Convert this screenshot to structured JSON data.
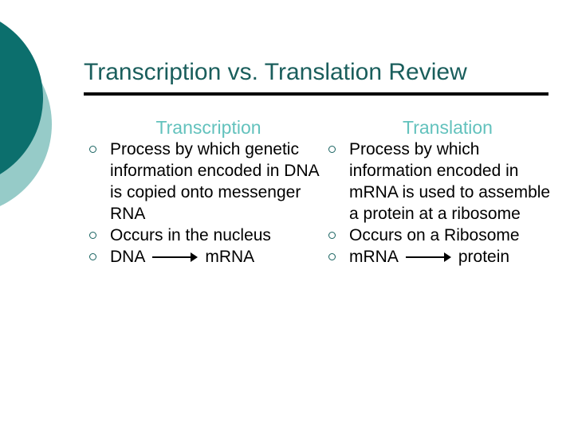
{
  "slide": {
    "title": "Transcription vs. Translation Review",
    "colors": {
      "title_text": "#1a5e5c",
      "column_header_text": "#63c2bd",
      "body_text": "#000000",
      "bullet_marker": "#16615f",
      "deco_circle_dark": "#0c6f6d",
      "deco_circle_light": "#96cbc8",
      "rule": "#000000",
      "background": "#ffffff"
    },
    "decorations": [
      {
        "name": "dark-teal-circle",
        "color": "#0c6f6d"
      },
      {
        "name": "light-teal-circle",
        "color": "#96cbc8"
      }
    ],
    "columns": [
      {
        "header": "Transcription",
        "bullets": [
          {
            "type": "text",
            "text": "Process by which genetic information encoded in DNA is copied onto messenger RNA"
          },
          {
            "type": "text",
            "text": "Occurs in the nucleus"
          },
          {
            "type": "arrow",
            "from": "DNA",
            "arrow": "⟶",
            "to": "mRNA"
          }
        ]
      },
      {
        "header": "Translation",
        "bullets": [
          {
            "type": "text",
            "text": "Process by which information encoded in mRNA is used to assemble a protein at a ribosome"
          },
          {
            "type": "text",
            "text": "Occurs on a Ribosome"
          },
          {
            "type": "arrow",
            "from": "mRNA",
            "arrow": "⟶",
            "to": "protein"
          }
        ]
      }
    ]
  }
}
